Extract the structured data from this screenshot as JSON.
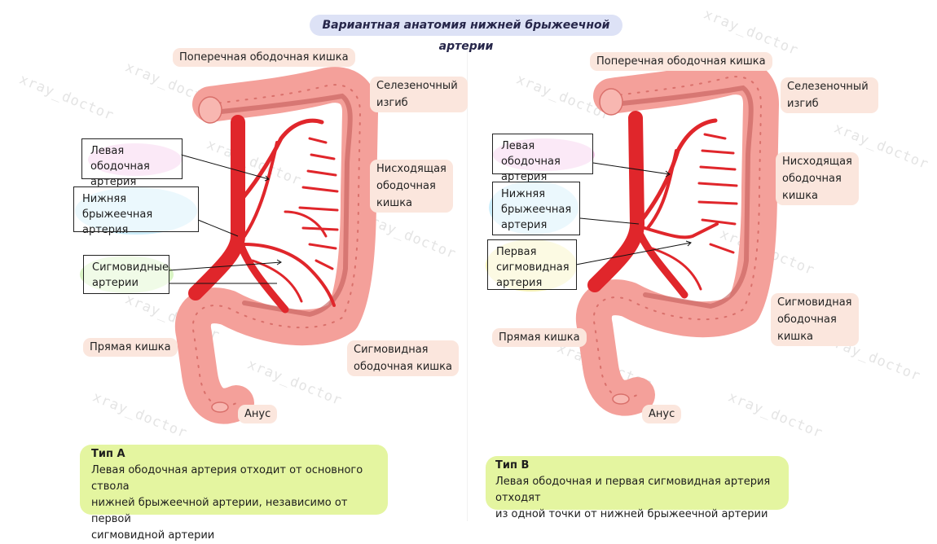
{
  "watermark": "xray_doctor",
  "title": "Вариантная анатомия нижней брыжеечной артерии",
  "colors": {
    "colon": "#f4a09a",
    "colon_dark": "#d9706b",
    "artery": "#e0262b",
    "title_bg": "#dde2f6",
    "label_bg": "#fbe6dd",
    "note_bg": "#e4f5a0",
    "box_pink": "#f5c9ea",
    "box_blue": "#cdeefb",
    "box_green": "#d9f4c4",
    "box_yellow": "#f7f3b8"
  },
  "left": {
    "transverse": "Поперечная ободочная кишка",
    "splenic_1": "Селезеночный",
    "splenic_2": "изгиб",
    "descending_1": "Нисходящая",
    "descending_2": "ободочная",
    "descending_3": "кишка",
    "sigmoid_colon_1": "Сигмовидная",
    "sigmoid_colon_2": "ободочная кишка",
    "rectum": "Прямая кишка",
    "anus": "Анус",
    "box_left_colic_1": "Левая ободочная",
    "box_left_colic_2": "артерия",
    "box_ima_1": "Нижняя брыжеечная",
    "box_ima_2": "артерия",
    "box_sigmoid_1": "Сигмовидные",
    "box_sigmoid_2": "артерии",
    "note_title": "Тип А",
    "note_1": "Левая ободочная артерия отходит от основного ствола",
    "note_2": "нижней брыжеечной артерии, независимо от первой",
    "note_3": "сигмовидной артерии"
  },
  "right": {
    "transverse": "Поперечная ободочная кишка",
    "splenic_1": "Селезеночный",
    "splenic_2": "изгиб",
    "descending_1": "Нисходящая",
    "descending_2": "ободочная",
    "descending_3": "кишка",
    "sigmoid_colon_1": "Сигмовидная",
    "sigmoid_colon_2": "ободочная",
    "sigmoid_colon_3": "кишка",
    "rectum": "Прямая кишка",
    "anus": "Анус",
    "box_left_colic_1": "Левая ободочная",
    "box_left_colic_2": "артерия",
    "box_ima_1": "Нижняя",
    "box_ima_2": "брыжеечная",
    "box_ima_3": "артерия",
    "box_first_sigmoid_1": "Первая",
    "box_first_sigmoid_2": "сигмовидная",
    "box_first_sigmoid_3": "артерия",
    "note_title": "Тип В",
    "note_1": "Левая ободочная и первая сигмовидная артерия отходят",
    "note_2": "из одной точки от нижней брыжеечной артерии"
  }
}
